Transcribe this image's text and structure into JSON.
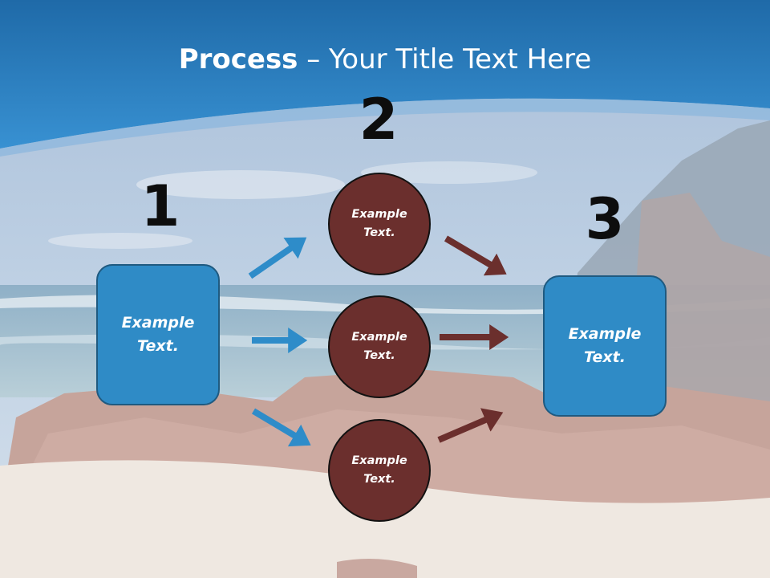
{
  "slide": {
    "title_bold": "Process",
    "title_rest": " – Your Title Text Here"
  },
  "steps": {
    "one": {
      "number": "1",
      "box_text": "Example\nText."
    },
    "two": {
      "number": "2",
      "circles": [
        "Example\nText.",
        "Example\nText.",
        "Example\nText."
      ]
    },
    "three": {
      "number": "3",
      "box_text": "Example\nText."
    }
  },
  "colors": {
    "header_blue": "#2a80bf",
    "box_blue": "#2f8bc6",
    "circle_brown": "#6b2f2d",
    "arrow_blue": "#2e8cc9",
    "arrow_brown": "#6b2f2d"
  }
}
